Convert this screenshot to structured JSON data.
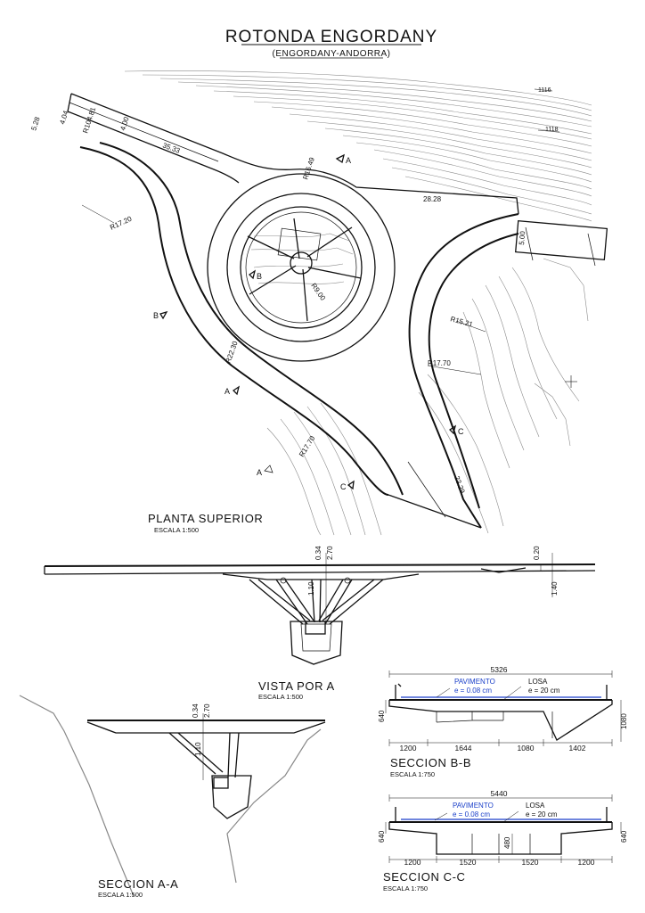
{
  "title": "ROTONDA ENGORDANY",
  "subtitle": "(ENGORDANY-ANDORRA)",
  "plan": {
    "label": "PLANTA SUPERIOR",
    "scale": "ESCALA 1:500",
    "dims": [
      "5.28",
      "4.04",
      "R104.81",
      "4.00",
      "35.33",
      "R16.49",
      "28.28",
      "R17.20",
      "R9.00",
      "R15.21",
      "R17.70",
      "R22.30",
      "R17.70",
      "23.29",
      "5.00"
    ],
    "contours": [
      "1116",
      "1118"
    ],
    "section_marks": [
      "A",
      "B",
      "B",
      "A",
      "A",
      "C",
      "C"
    ]
  },
  "elevation": {
    "label": "VISTA POR A",
    "scale": "ESCALA 1:500",
    "dims": [
      "0.34",
      "2.70",
      "1.10",
      "0.20",
      "1.40"
    ]
  },
  "section_aa": {
    "label": "SECCION A-A",
    "scale": "ESCALA 1:500",
    "dims": [
      "0.34",
      "2.70",
      "1.10"
    ]
  },
  "section_bb": {
    "label": "SECCION B-B",
    "scale": "ESCALA 1:750",
    "total": "5326",
    "pavimento": "PAVIMENTO",
    "pavimento_e": "e = 0.08 cm",
    "losa": "LOSA",
    "losa_e": "e = 20 cm",
    "left_h": "640",
    "right_h": "1080",
    "bottom": [
      "1200",
      "1644",
      "1080",
      "1402"
    ]
  },
  "section_cc": {
    "label": "SECCION C-C",
    "scale": "ESCALA 1:750",
    "total": "5440",
    "pavimento": "PAVIMENTO",
    "pavimento_e": "e = 0.08 cm",
    "losa": "LOSA",
    "losa_e": "e = 20 cm",
    "left_h": "640",
    "mid_h": "480",
    "right_h": "640",
    "bottom": [
      "1200",
      "1520",
      "1520",
      "1200"
    ]
  }
}
